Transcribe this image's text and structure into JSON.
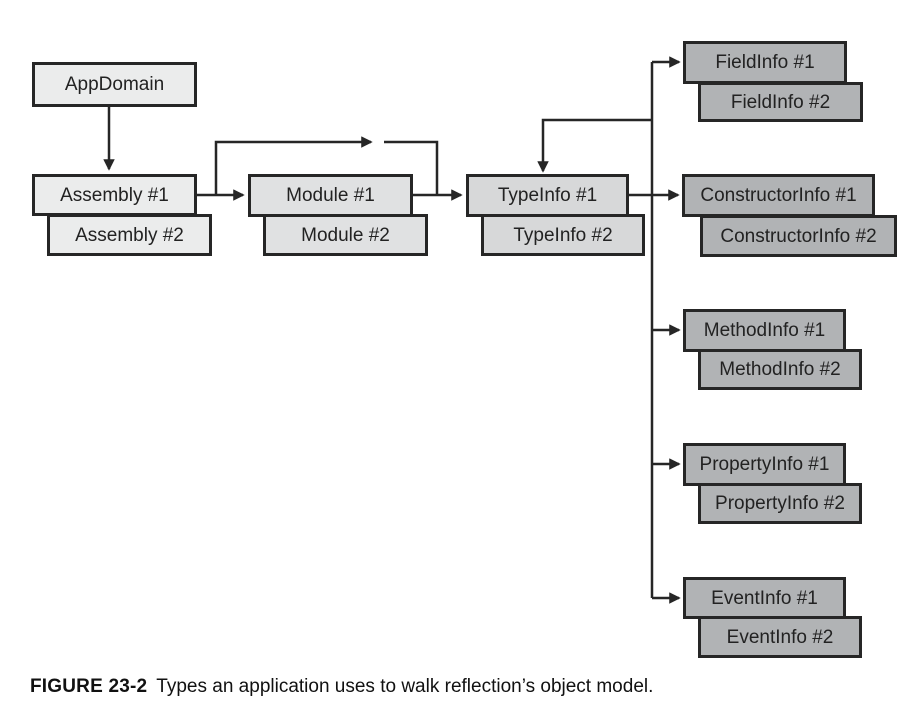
{
  "figure": {
    "caption": {
      "tag": "FIGURE 23-2",
      "text": "Types an application uses to walk reflection’s object model."
    },
    "nodes": {
      "appdomain": "AppDomain",
      "assembly1": "Assembly #1",
      "assembly2": "Assembly #2",
      "module1": "Module #1",
      "module2": "Module #2",
      "typeinfo1": "TypeInfo #1",
      "typeinfo2": "TypeInfo #2",
      "fieldinfo1": "FieldInfo #1",
      "fieldinfo2": "FieldInfo #2",
      "constructorinfo1": "ConstructorInfo #1",
      "constructorinfo2": "ConstructorInfo #2",
      "methodinfo1": "MethodInfo #1",
      "methodinfo2": "MethodInfo #2",
      "propertyinfo1": "PropertyInfo #1",
      "propertyinfo2": "PropertyInfo #2",
      "eventinfo1": "EventInfo #1",
      "eventinfo2": "EventInfo #2"
    },
    "edges": [
      "AppDomain -> Assembly #1",
      "Assembly #1 -> Module #1",
      "Assembly #1 -> TypeInfo #1",
      "Module #1 -> TypeInfo #1",
      "TypeInfo #1 -> TypeInfo #1 (nested types)",
      "TypeInfo #1 -> FieldInfo #1",
      "TypeInfo #1 -> ConstructorInfo #1",
      "TypeInfo #1 -> MethodInfo #1",
      "TypeInfo #1 -> PropertyInfo #1",
      "TypeInfo #1 -> EventInfo #1"
    ],
    "colors": {
      "light_fill": "#ebecec",
      "module_fill": "#e0e1e2",
      "type_fill": "#d7d8d9",
      "dark_fill": "#b1b3b5",
      "line": "#262626",
      "text": "#222222",
      "background": "#ffffff"
    }
  }
}
